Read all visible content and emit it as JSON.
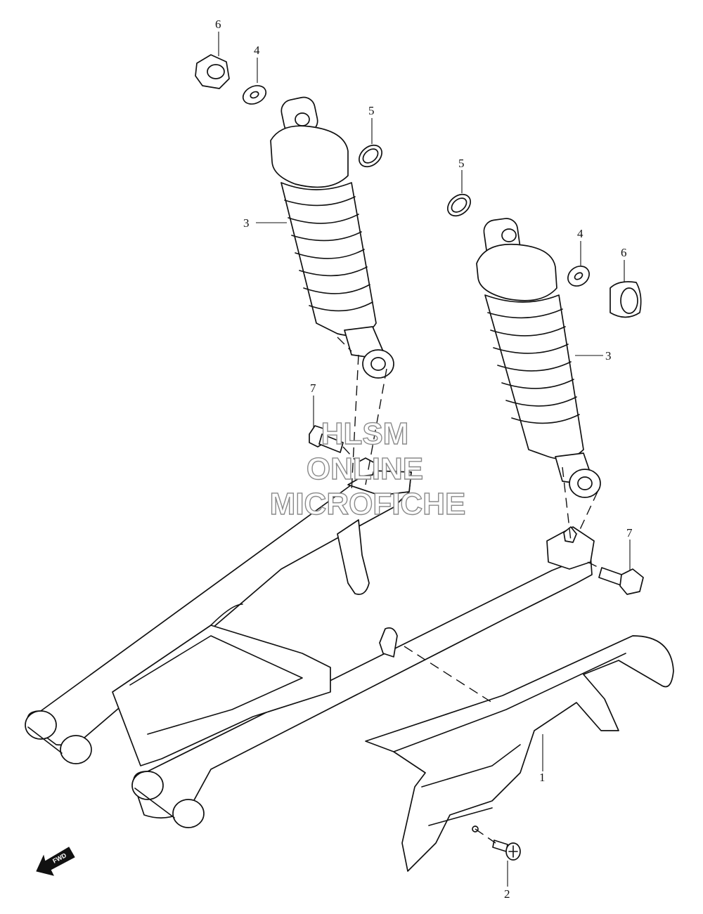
{
  "diagram": {
    "callouts": {
      "c1": "1",
      "c2": "2",
      "c3a": "3",
      "c3b": "3",
      "c4a": "4",
      "c4b": "4",
      "c5a": "5",
      "c5b": "5",
      "c6a": "6",
      "c6b": "6",
      "c7a": "7",
      "c7b": "7"
    },
    "fwd_label": "FWD",
    "watermark": {
      "line1": "HLSM",
      "line2": "ONLINE",
      "line3": "MICROFICHE"
    }
  }
}
